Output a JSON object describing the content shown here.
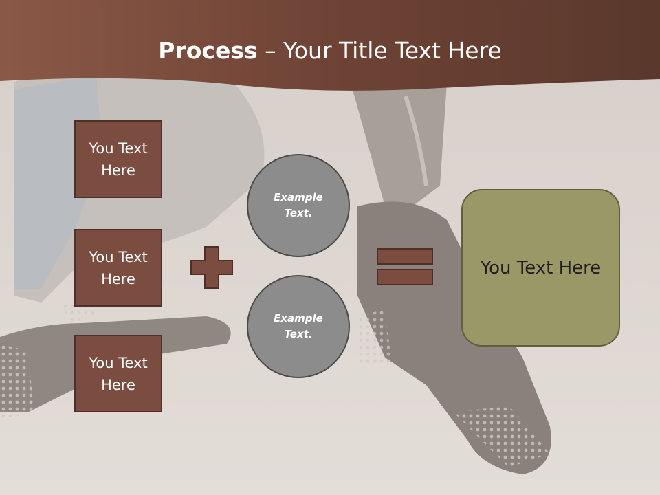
{
  "title": {
    "bold": "Process",
    "rest": " – Your Title Text Here"
  },
  "left_boxes": [
    {
      "label": "You Text Here"
    },
    {
      "label": "You Text Here"
    },
    {
      "label": "You Text Here"
    }
  ],
  "circles": [
    {
      "label": "Example Text."
    },
    {
      "label": "Example Text."
    }
  ],
  "operators": {
    "plus": "plus-icon",
    "equals": "equals-icon"
  },
  "result": {
    "label": "You Text Here"
  },
  "colors": {
    "header": "#6e4335",
    "box": "#7b4d40",
    "circle": "#8c8c8c",
    "result": "#9a9866",
    "background": "#d9d2cc"
  }
}
